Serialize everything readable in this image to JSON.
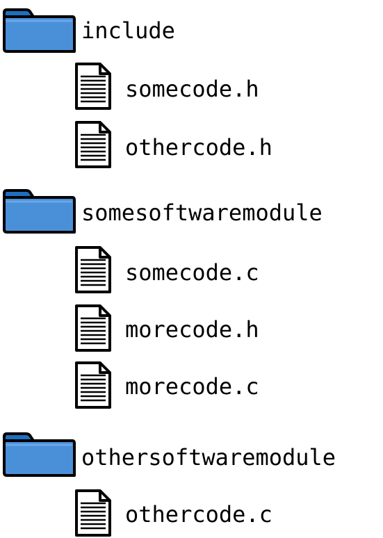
{
  "tree": [
    {
      "type": "folder",
      "icon": "folder-icon",
      "name": "include",
      "children": [
        {
          "type": "file",
          "icon": "file-icon",
          "name": "somecode.h"
        },
        {
          "type": "file",
          "icon": "file-icon",
          "name": "othercode.h"
        }
      ]
    },
    {
      "type": "folder",
      "icon": "folder-icon",
      "name": "somesoftwaremodule",
      "children": [
        {
          "type": "file",
          "icon": "file-icon",
          "name": "somecode.c"
        },
        {
          "type": "file",
          "icon": "file-icon",
          "name": "morecode.h"
        },
        {
          "type": "file",
          "icon": "file-icon",
          "name": "morecode.c"
        }
      ]
    },
    {
      "type": "folder",
      "icon": "folder-icon",
      "name": "othersoftwaremodule",
      "children": [
        {
          "type": "file",
          "icon": "file-icon",
          "name": "othercode.c"
        }
      ]
    }
  ],
  "colors": {
    "folder_fill": "#4a90d9",
    "folder_tab": "#1f6fc0",
    "outline": "#000000"
  }
}
